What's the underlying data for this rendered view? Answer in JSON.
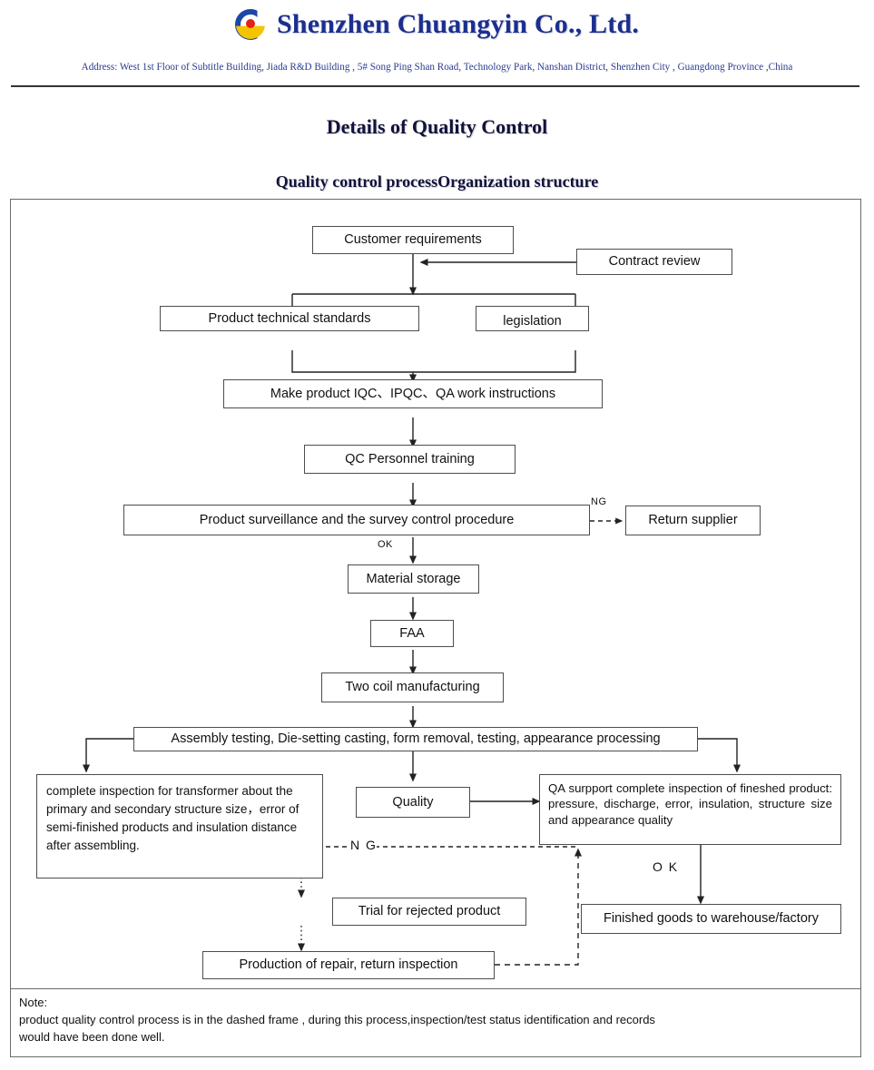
{
  "letterhead": {
    "logo_icon": "chuangyin-circle-logo-icon",
    "company_name": "Shenzhen Chuangyin Co., Ltd.",
    "address": "Address: West 1st Floor of Subtitle Building, Jiada R&D Building , 5# Song Ping Shan Road, Technology Park, Nanshan District, Shenzhen City , Guangdong Province ,China",
    "brand_color": "#1b2f8f",
    "logo_colors": {
      "ring": "#1b47a8",
      "cup": "#f5c400",
      "dot": "#e2231a"
    }
  },
  "titles": {
    "doc_title": "Details of Quality Control",
    "doc_subtitle": "Quality control processOrganization structure"
  },
  "flowchart": {
    "nodes": [
      {
        "id": "customer_requirements",
        "label": "Customer requirements"
      },
      {
        "id": "contract_review",
        "label": "Contract review"
      },
      {
        "id": "product_technical_standards",
        "label": "Product technical standards"
      },
      {
        "id": "legislation",
        "label": "legislation"
      },
      {
        "id": "work_instructions",
        "label": "Make product IQC、IPQC、QA work instructions"
      },
      {
        "id": "qc_training",
        "label": "QC Personnel training"
      },
      {
        "id": "product_surveillance",
        "label": "Product surveillance and the survey control procedure"
      },
      {
        "id": "return_supplier",
        "label": "Return supplier"
      },
      {
        "id": "material_storage",
        "label": "Material storage"
      },
      {
        "id": "faa",
        "label": "FAA"
      },
      {
        "id": "two_coil_manufacturing",
        "label": "Two coil manufacturing"
      },
      {
        "id": "assembly_testing",
        "label": "Assembly testing, Die-setting casting, form removal, testing, appearance processing"
      },
      {
        "id": "complete_inspection",
        "label": "complete inspection for transformer about the primary and secondary structure size，error of semi-finished products and insulation distance after assembling."
      },
      {
        "id": "quality",
        "label": "Quality"
      },
      {
        "id": "qa_support",
        "label": "QA surpport complete inspection of fineshed product: pressure, discharge, error, insulation, structure size and appearance quality"
      },
      {
        "id": "trial_rejected",
        "label": "Trial for rejected product"
      },
      {
        "id": "production_repair",
        "label": "Production of repair, return inspection"
      },
      {
        "id": "finished_goods",
        "label": "Finished goods to warehouse/factory"
      }
    ],
    "edge_labels": {
      "ng_return_supplier": "NG",
      "ok_material_storage": "OK",
      "ng_trial_rejected": "N G",
      "ok_finished_goods": "O K"
    }
  },
  "note": {
    "heading": "Note:",
    "line1": "product quality control process  is in the dashed frame , during this process,inspection/test status identification and records",
    "line2": "would have been done well."
  }
}
